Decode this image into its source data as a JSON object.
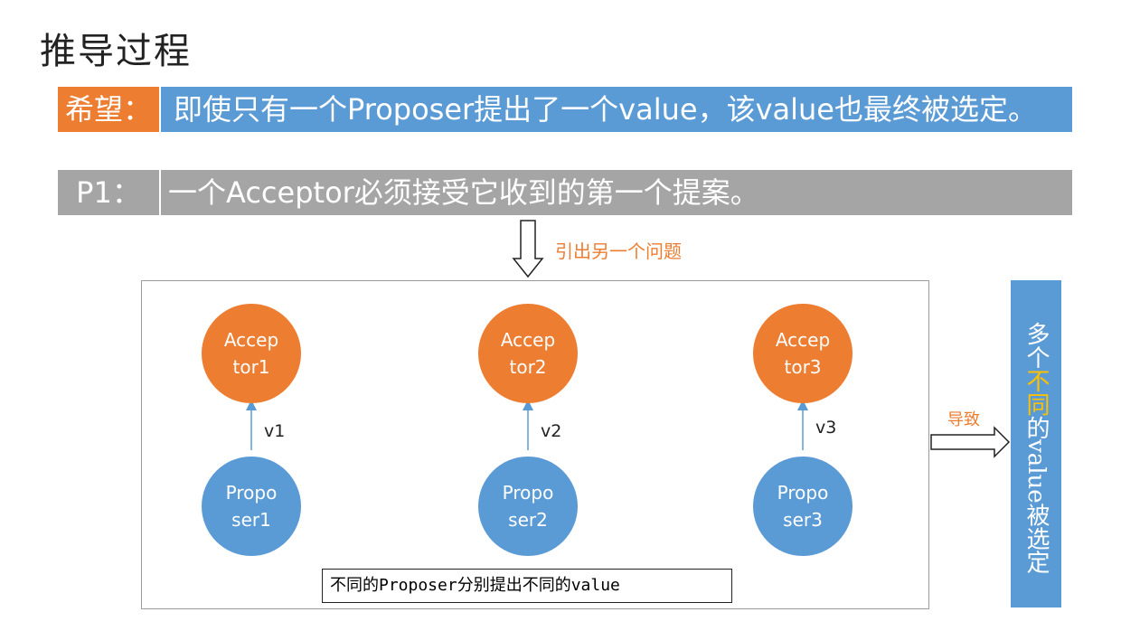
{
  "title": "推导过程",
  "hope": {
    "label": "希望：",
    "text": "即使只有一个Proposer提出了一个value，该value也最终被选定。"
  },
  "p1": {
    "label": "P1：",
    "text": "一个Acceptor必须接受它收到的第一个提案。"
  },
  "lead_label": "引出另一个问题",
  "cause_label": "导致",
  "diagram": {
    "acceptors": [
      "Accep tor1",
      "Accep tor2",
      "Accep tor3"
    ],
    "proposers": [
      "Propo ser1",
      "Propo ser2",
      "Propo ser3"
    ],
    "edge_labels": [
      "v1",
      "v2",
      "v3"
    ],
    "caption": "不同的Proposer分别提出不同的value"
  },
  "result": {
    "prefix": "多个",
    "highlight": "不同",
    "suffix": "的value被选定"
  },
  "colors": {
    "orange": "#ed7d31",
    "blue": "#5b9bd5",
    "gray": "#a5a5a5",
    "highlight": "#ffc000"
  }
}
